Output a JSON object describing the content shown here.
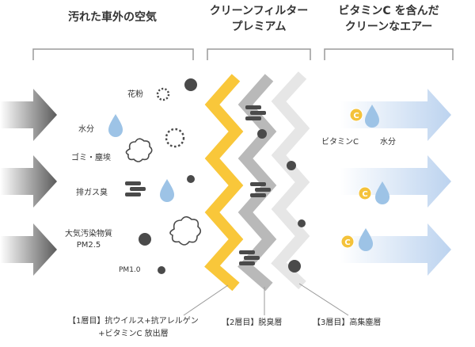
{
  "headers": {
    "dirty_air": "汚れた車外の空気",
    "filter_line1": "クリーンフィルター",
    "filter_line2": "プレミアム",
    "clean_line1": "ビタミンC を含んだ",
    "clean_line2": "クリーンなエアー"
  },
  "pollutants": {
    "pollen": "花粉",
    "water": "水分",
    "dust": "ゴミ・塵埃",
    "exhaust": "排ガス臭",
    "pollution_line1": "大気汚染物質",
    "pollution_line2": "PM2.5",
    "pm1": "PM1.0"
  },
  "clean_side": {
    "vitamin_c": "ビタミンC",
    "water": "水分",
    "badge": "C"
  },
  "captions": {
    "layer1_line1": "【1層目】抗ウイルス+抗アレルゲン",
    "layer1_line2": "+ビタミンC 放出層",
    "layer2": "【2層目】脱臭層",
    "layer3": "【3層目】高集塵層"
  },
  "colors": {
    "layer1": "#F9C73A",
    "layer2": "#B9B9B9",
    "layer3": "#E6E6E6",
    "water_drop": "#9DC3E6",
    "vitamin_badge": "#F4C23A",
    "particle": "#4A4A4A",
    "clean_arrow": "#C7DBF0"
  }
}
